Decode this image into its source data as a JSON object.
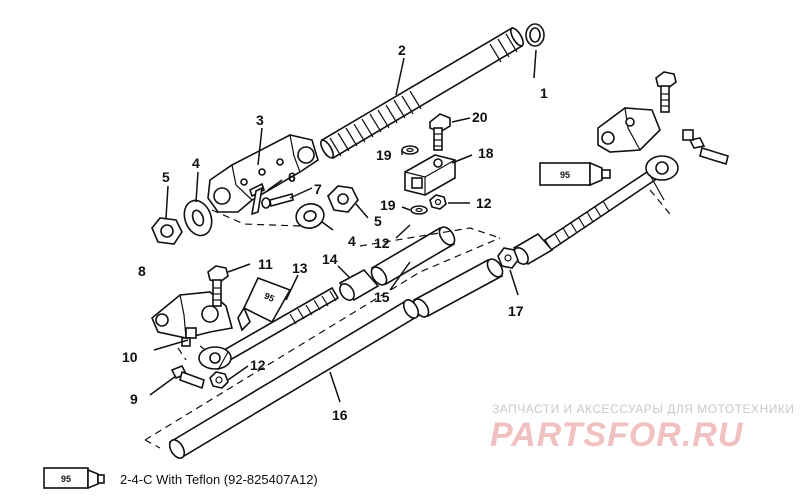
{
  "callouts": [
    {
      "id": "c1",
      "text": "1"
    },
    {
      "id": "c2",
      "text": "2"
    },
    {
      "id": "c3",
      "text": "3"
    },
    {
      "id": "c4a",
      "text": "4"
    },
    {
      "id": "c4b",
      "text": "4"
    },
    {
      "id": "c5a",
      "text": "5"
    },
    {
      "id": "c5b",
      "text": "5"
    },
    {
      "id": "c6",
      "text": "6"
    },
    {
      "id": "c7",
      "text": "7"
    },
    {
      "id": "c8",
      "text": "8"
    },
    {
      "id": "c9",
      "text": "9"
    },
    {
      "id": "c10",
      "text": "10"
    },
    {
      "id": "c11",
      "text": "11"
    },
    {
      "id": "c12a",
      "text": "12"
    },
    {
      "id": "c12b",
      "text": "12"
    },
    {
      "id": "c12c",
      "text": "12"
    },
    {
      "id": "c13",
      "text": "13"
    },
    {
      "id": "c14",
      "text": "14"
    },
    {
      "id": "c15",
      "text": "15"
    },
    {
      "id": "c16",
      "text": "16"
    },
    {
      "id": "c17",
      "text": "17"
    },
    {
      "id": "c18",
      "text": "18"
    },
    {
      "id": "c19a",
      "text": "19"
    },
    {
      "id": "c19b",
      "text": "19"
    },
    {
      "id": "c20",
      "text": "20"
    }
  ],
  "lubricant_tube_label": "95",
  "legend": {
    "tube_label": "95",
    "text": "2-4-C  With Teflon (92-825407A12)"
  },
  "watermark": {
    "line1": "ЗАПЧАСТИ И АКСЕССУАРЫ ДЛЯ МОТОТЕХНИКИ",
    "line2": "PARTSFOR.RU"
  }
}
